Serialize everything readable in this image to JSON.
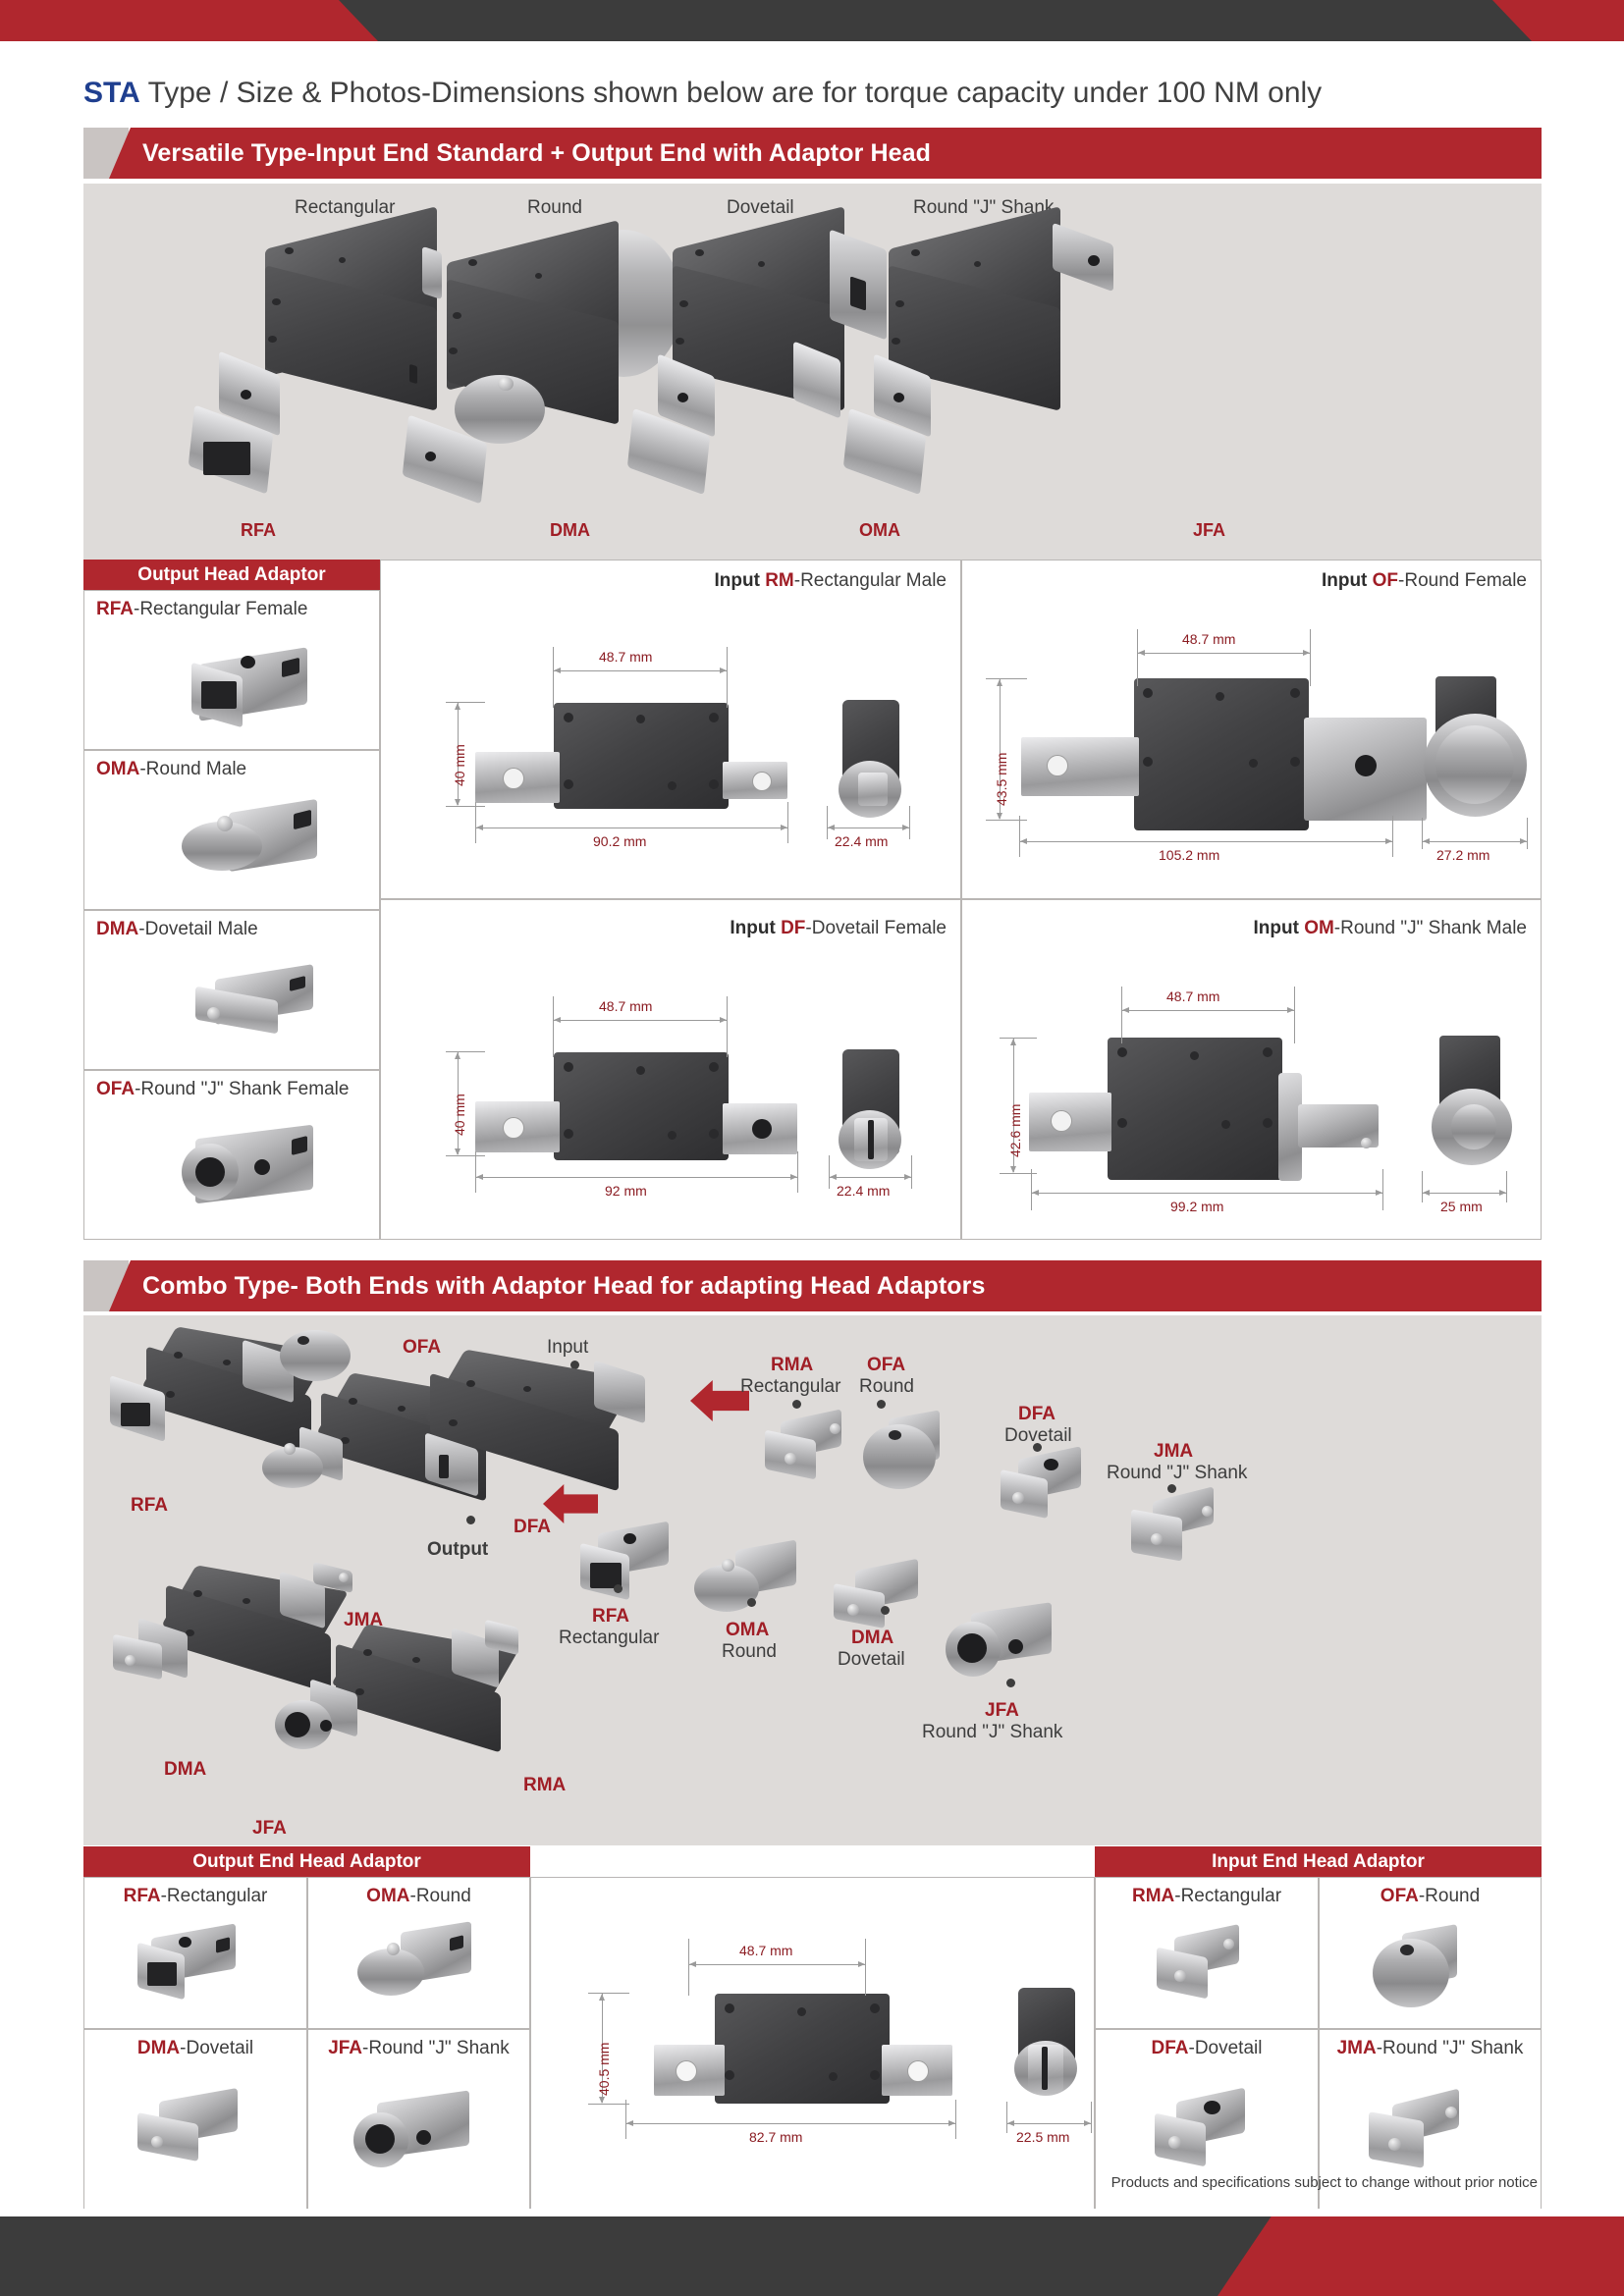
{
  "page": {
    "title_code": "STA",
    "title_rest": " Type / Size & Photos-Dimensions shown below are for torque capacity under 100 NM only",
    "footer_note": "Products and specifications subject to change without prior notice",
    "accent_red": "#b0272e",
    "label_red": "#a01e26",
    "dim_red": "#8b1c22",
    "title_blue": "#1f3f8f",
    "stage_grey": "#dedbd9",
    "bar_dark": "#3c3c3c"
  },
  "section1": {
    "banner": "Versatile Type-Input End Standard + Output End with Adaptor Head",
    "top_row": [
      {
        "type": "Rectangular",
        "code": "RFA"
      },
      {
        "type": "Round",
        "code": "DMA"
      },
      {
        "type": "Dovetail",
        "code": "OMA"
      },
      {
        "type": "Round  \"J\" Shank",
        "code": "JFA"
      }
    ],
    "adaptor_table": {
      "header": "Output Head Adaptor",
      "rows": [
        {
          "code": "RFA",
          "desc": "-Rectangular Female"
        },
        {
          "code": "OMA",
          "desc": "-Round Male"
        },
        {
          "code": "DMA",
          "desc": "-Dovetail Male"
        },
        {
          "code": "OFA",
          "desc": "-Round \"J\" Shank Female"
        }
      ]
    },
    "dim_panels": [
      {
        "prefix": "Input ",
        "code": "RM",
        "desc": "-Rectangular Male",
        "width_top": "48.7 mm",
        "height": "40 mm",
        "width_total": "90.2 mm",
        "depth": "22.4 mm"
      },
      {
        "prefix": "Input ",
        "code": "OF",
        "desc": "-Round Female",
        "width_top": "48.7 mm",
        "height": "43.5 mm",
        "width_total": "105.2 mm",
        "depth": "27.2 mm"
      },
      {
        "prefix": "Input ",
        "code": "DF",
        "desc": "-Dovetail Female",
        "width_top": "48.7 mm",
        "height": "40 mm",
        "width_total": "92 mm",
        "depth": "22.4 mm"
      },
      {
        "prefix": "Input ",
        "code": "OM",
        "desc": "-Round \"J\" Shank Male",
        "width_top": "48.7 mm",
        "height": "42.6 mm",
        "width_total": "99.2 mm",
        "depth": "25 mm"
      }
    ]
  },
  "section2": {
    "banner": "Combo Type- Both Ends with Adaptor Head for adapting Head Adaptors",
    "cluster_labels": [
      {
        "code": "OFA"
      },
      {
        "code": "RFA"
      },
      {
        "code": "DFA"
      },
      {
        "code": "OMA"
      },
      {
        "code": "JMA"
      },
      {
        "code": "DMA"
      },
      {
        "code": "RMA"
      },
      {
        "code": "JFA"
      }
    ],
    "exploded": {
      "input_label": "Input",
      "output_label": "Output",
      "input_heads": [
        {
          "code": "RMA",
          "desc": "Rectangular"
        },
        {
          "code": "OFA",
          "desc": "Round"
        },
        {
          "code": "DFA",
          "desc": "Dovetail"
        },
        {
          "code": "JMA",
          "desc": "Round \"J\" Shank"
        }
      ],
      "output_heads": [
        {
          "code": "RFA",
          "desc": "Rectangular"
        },
        {
          "code": "OMA",
          "desc": "Round"
        },
        {
          "code": "DMA",
          "desc": "Dovetail"
        },
        {
          "code": "JFA",
          "desc": "Round \"J\" Shank"
        }
      ]
    },
    "output_table": {
      "header": "Output End Head Adaptor",
      "cells": [
        {
          "code": "RFA",
          "desc": "-Rectangular"
        },
        {
          "code": "OMA",
          "desc": "-Round"
        },
        {
          "code": "DMA",
          "desc": "-Dovetail"
        },
        {
          "code": "JFA",
          "desc": "-Round \"J\" Shank"
        }
      ]
    },
    "input_table": {
      "header": "Input End Head Adaptor",
      "cells": [
        {
          "code": "RMA",
          "desc": "-Rectangular"
        },
        {
          "code": "OFA",
          "desc": "-Round"
        },
        {
          "code": "DFA",
          "desc": "-Dovetail"
        },
        {
          "code": "JMA",
          "desc": "-Round \"J\" Shank"
        }
      ]
    },
    "dim_panel": {
      "width_top": "48.7 mm",
      "height": "40.5 mm",
      "width_total": "82.7 mm",
      "depth": "22.5 mm"
    }
  }
}
